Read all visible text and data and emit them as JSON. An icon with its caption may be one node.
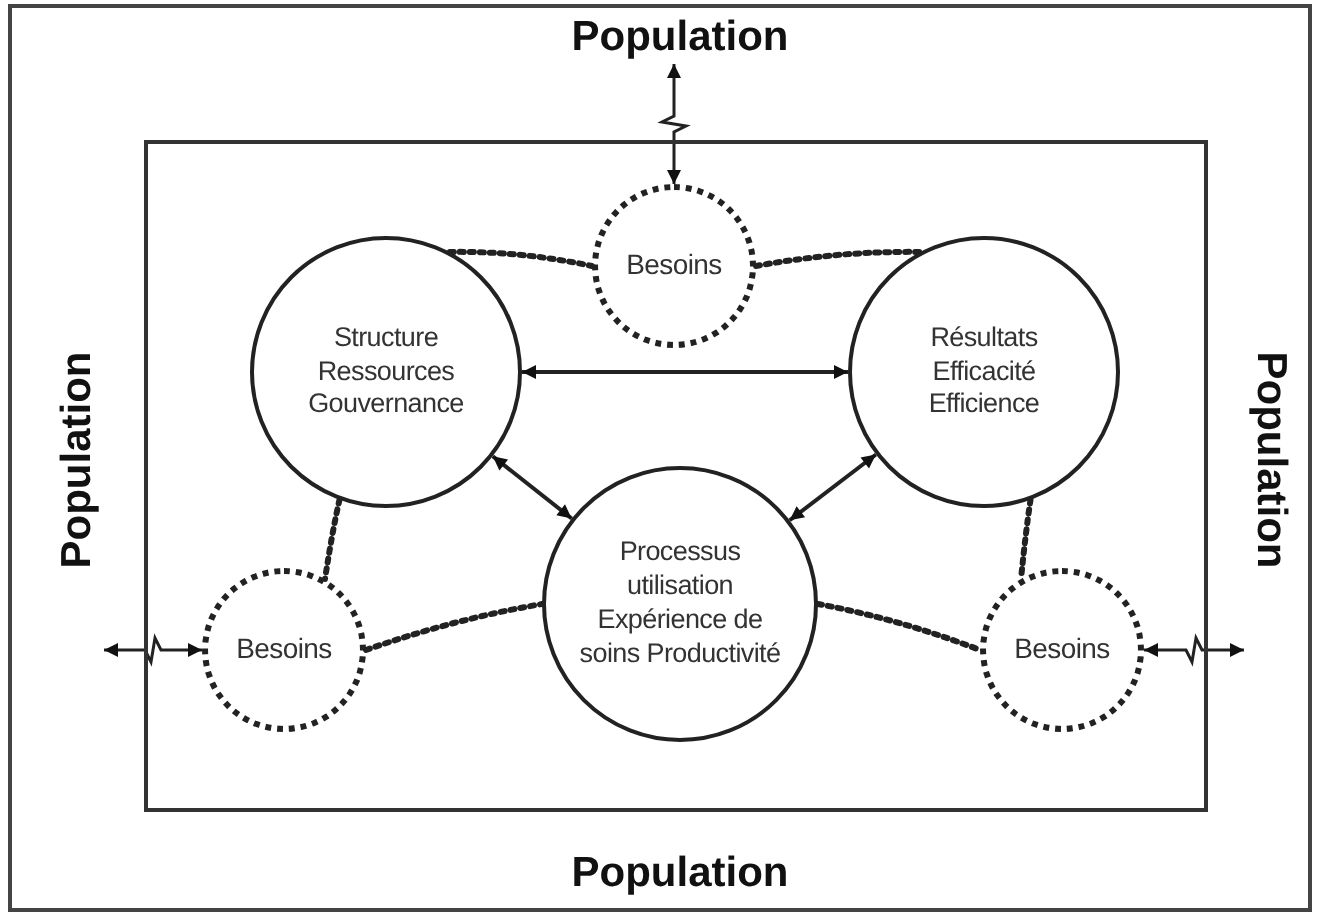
{
  "diagram": {
    "nodes": [
      {
        "text": [],
        "shape": "box"
      },
      {
        "text": [
          "Population"
        ]
      },
      {
        "text": [
          "Besoins"
        ],
        "in": 0
      },
      {
        "text": [
          "Structure Ressources Gouvernance"
        ],
        "in": 0
      },
      {
        "text": [
          "Résultats Efficacité Efficience"
        ],
        "in": 0
      },
      {
        "text": [
          "Besoins"
        ],
        "in": 0
      },
      {
        "text": [
          "Processus utilisation Expérience de soins Productivité"
        ],
        "in": 0
      },
      {
        "text": [
          "Besoins"
        ],
        "in": 0
      },
      {
        "text": [
          "Population"
        ]
      },
      {
        "text": [
          "Population"
        ]
      }
    ],
    "edges": [
      {
        "from": 3,
        "to": 4,
        "arrow": "both"
      },
      {
        "from": 3,
        "to": 6,
        "arrow": "both"
      },
      {
        "from": 4,
        "to": 6,
        "arrow": "both"
      },
      {
        "from": 3,
        "to": 2,
        "arrow": "none",
        "style": "dashed"
      },
      {
        "from": 2,
        "to": 4,
        "arrow": "none",
        "style": "dashed"
      },
      {
        "from": 3,
        "to": 5,
        "arrow": "none",
        "style": "dashed"
      },
      {
        "from": 5,
        "to": 6,
        "arrow": "none",
        "style": "dashed"
      },
      {
        "from": 6,
        "to": 7,
        "arrow": "none",
        "style": "dashed"
      },
      {
        "from": 4,
        "to": 7,
        "arrow": "none",
        "style": "dashed"
      },
      {
        "from": 1,
        "to": 2,
        "arrow": "both"
      },
      {
        "from": 8,
        "to": 5,
        "arrow": "both"
      },
      {
        "from": 7,
        "to": 9,
        "arrow": "both"
      }
    ],
    "labels": [
      "Population"
    ]
  }
}
